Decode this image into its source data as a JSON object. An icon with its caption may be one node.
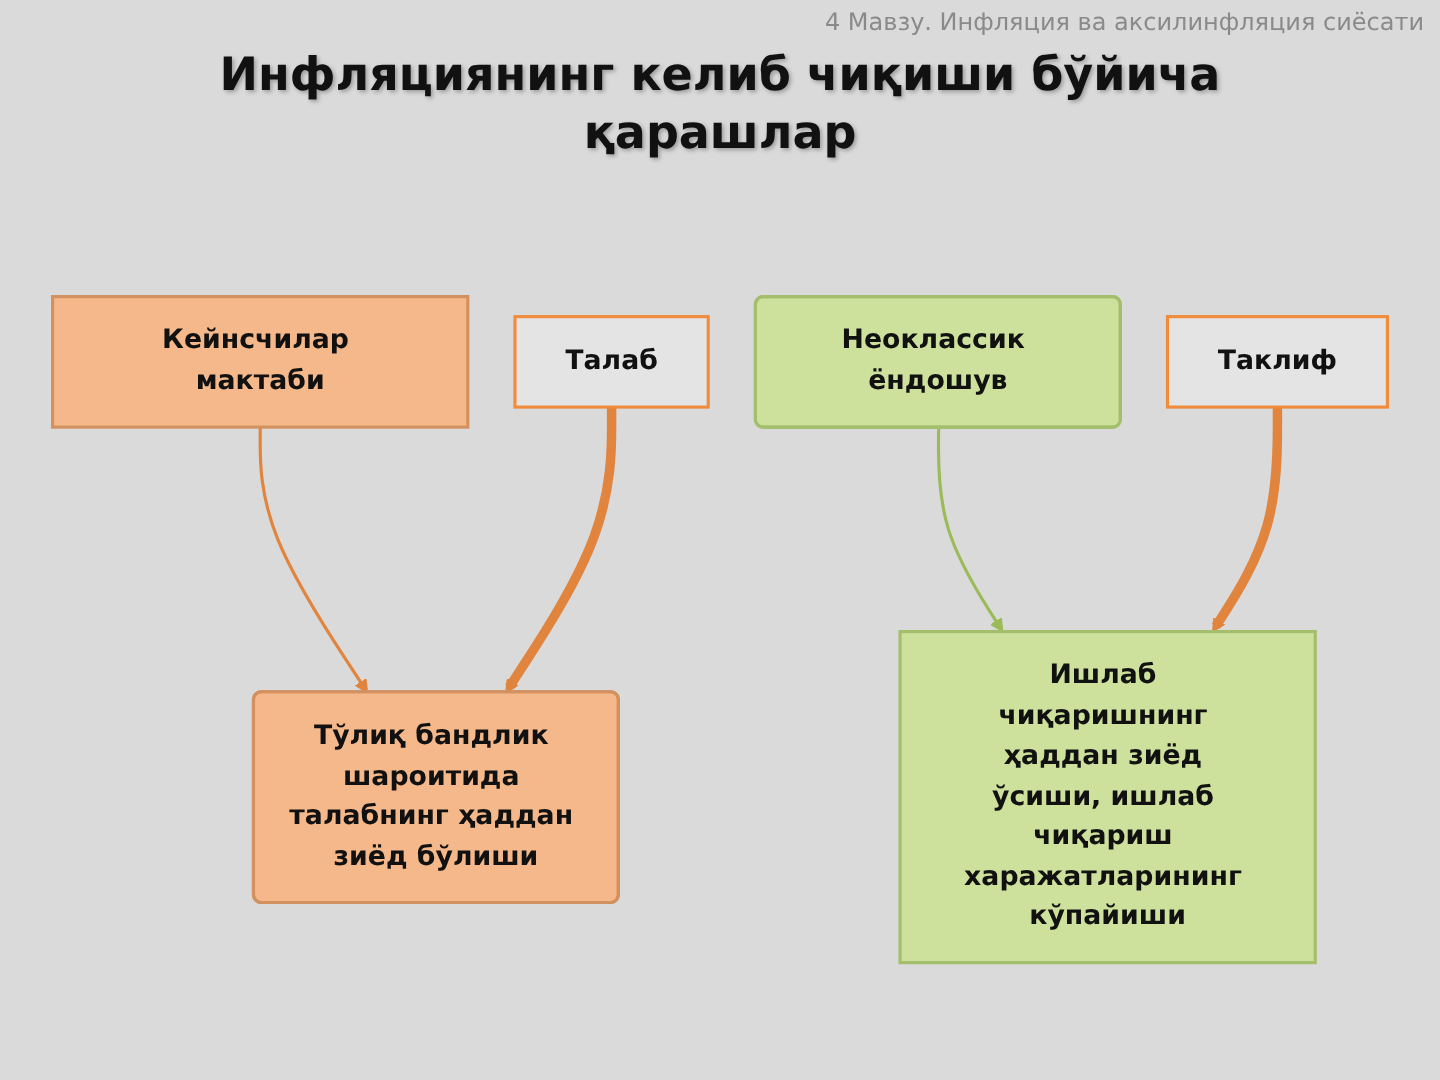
{
  "diagram": {
    "title": "Инфляциянинг келиб чиқиши бўйича қарашлар",
    "nodes": [
      {
        "text": [
          "Кейнсчилар мактаби"
        ]
      },
      {
        "text": [
          "Неоклассик ёндошув"
        ]
      },
      {
        "text": [
          "Тўлиқ бандлик шароитида талабнинг ҳаддан зиёд бўлиши"
        ]
      },
      {
        "text": [
          "Ишлаб чиқаришнинг ҳаддан зиёд ўсиши, ишлаб чиқариш харажатларининг кўпайиши"
        ]
      },
      {
        "text": [
          "Талаб"
        ]
      },
      {
        "text": [
          "Таклиф"
        ]
      }
    ],
    "edges": [
      {
        "from": 0,
        "to": 2,
        "arrow": "to"
      },
      {
        "from": 1,
        "to": 3,
        "arrow": "to",
        "color": "#9bbb59"
      },
      {
        "from": 4,
        "to": 2,
        "arrow": "to",
        "style": "thick"
      },
      {
        "from": 5,
        "to": 3,
        "arrow": "to",
        "style": "thick"
      }
    ],
    "labels": [
      "4 Мавзу. Инфляция ва аксилинфляция сиёсати"
    ]
  }
}
